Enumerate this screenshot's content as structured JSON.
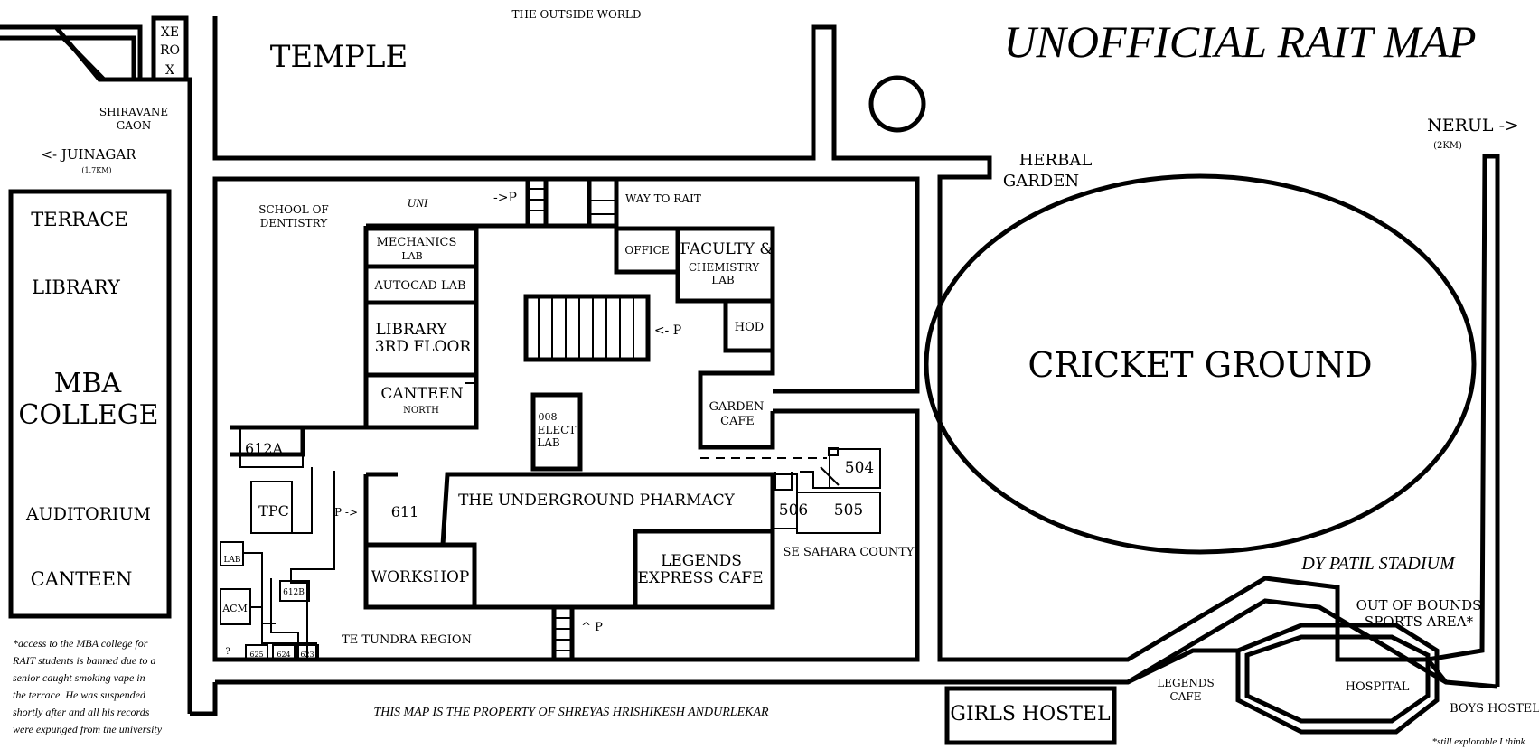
{
  "title": "UNOFFICIAL RAIT MAP",
  "outside_world": "THE OUTSIDE WORLD",
  "xerox": [
    "XE",
    "RO",
    "X"
  ],
  "temple": "TEMPLE",
  "shiravane": [
    "SHIRAVANE",
    "GAON"
  ],
  "juinagar": "<- JUINAGAR",
  "juinagar_dist": "(1.7KM)",
  "nerul": "NERUL ->",
  "nerul_dist": "(2KM)",
  "herbal_garden": [
    "HERBAL",
    "GARDEN"
  ],
  "cricket_ground": "CRICKET GROUND",
  "dy_patil": "DY PATIL STADIUM",
  "out_of_bounds": [
    "OUT OF BOUNDS",
    "SPORTS AREA*"
  ],
  "hospital": "HOSPITAL",
  "boys_hostel": "BOYS HOSTEL",
  "girls_hostel": "GIRLS HOSTEL",
  "legends_cafe_outside": [
    "LEGENDS",
    "CAFE"
  ],
  "still_explorable": "*still explorable I think",
  "property_note": "THIS MAP IS THE PROPERTY OF SHREYAS HRISHIKESH ANDURLEKAR",
  "mba_footnote": [
    "*access to the MBA college for",
    "RAIT students is banned due to a",
    "senior caught smoking vape in",
    "the terrace. He was suspended",
    "shortly after and all his records",
    "were expunged from the university"
  ],
  "mba": {
    "terrace": "TERRACE",
    "library": "LIBRARY",
    "college": [
      "MBA",
      "COLLEGE"
    ],
    "auditorium": "AUDITORIUM",
    "canteen": "CANTEEN"
  },
  "campus": {
    "school_dentistry": [
      "SCHOOL OF",
      "DENTISTRY"
    ],
    "uni": "UNI",
    "parking_top": "->P",
    "way_to_rait": "WAY TO RAIT",
    "mechanics_lab": [
      "MECHANICS",
      "LAB"
    ],
    "autocad_lab": "AUTOCAD LAB",
    "library_3rd": [
      "LIBRARY",
      "3RD FLOOR"
    ],
    "canteen_north": [
      "CANTEEN",
      "NORTH"
    ],
    "office": "OFFICE",
    "faculty": "FACULTY &",
    "chemistry_lab": [
      "CHEMISTRY",
      "LAB"
    ],
    "hod": "HOD",
    "parking_mid": "<- P",
    "elect_lab": [
      "008",
      "ELECT",
      "LAB"
    ],
    "garden_cafe": [
      "GARDEN",
      "CAFE"
    ],
    "room_612a": "612A",
    "tpc": "TPC",
    "parking_left": "P ->",
    "room_611": "611",
    "underground_pharmacy": "THE UNDERGROUND PHARMACY",
    "room_506": "506",
    "room_505": "505",
    "room_504": "504",
    "workshop": "WORKSHOP",
    "legends_express": [
      "LEGENDS",
      "EXPRESS CAFE"
    ],
    "se_sahara": "SE SAHARA COUNTY",
    "lab": "LAB",
    "acm": "ACM",
    "room_612b": "612B",
    "question": "?",
    "room_625": "625",
    "room_624": "624",
    "room_623": "623",
    "te_tundra": "TE TUNDRA REGION",
    "parking_bottom": "^ P"
  }
}
